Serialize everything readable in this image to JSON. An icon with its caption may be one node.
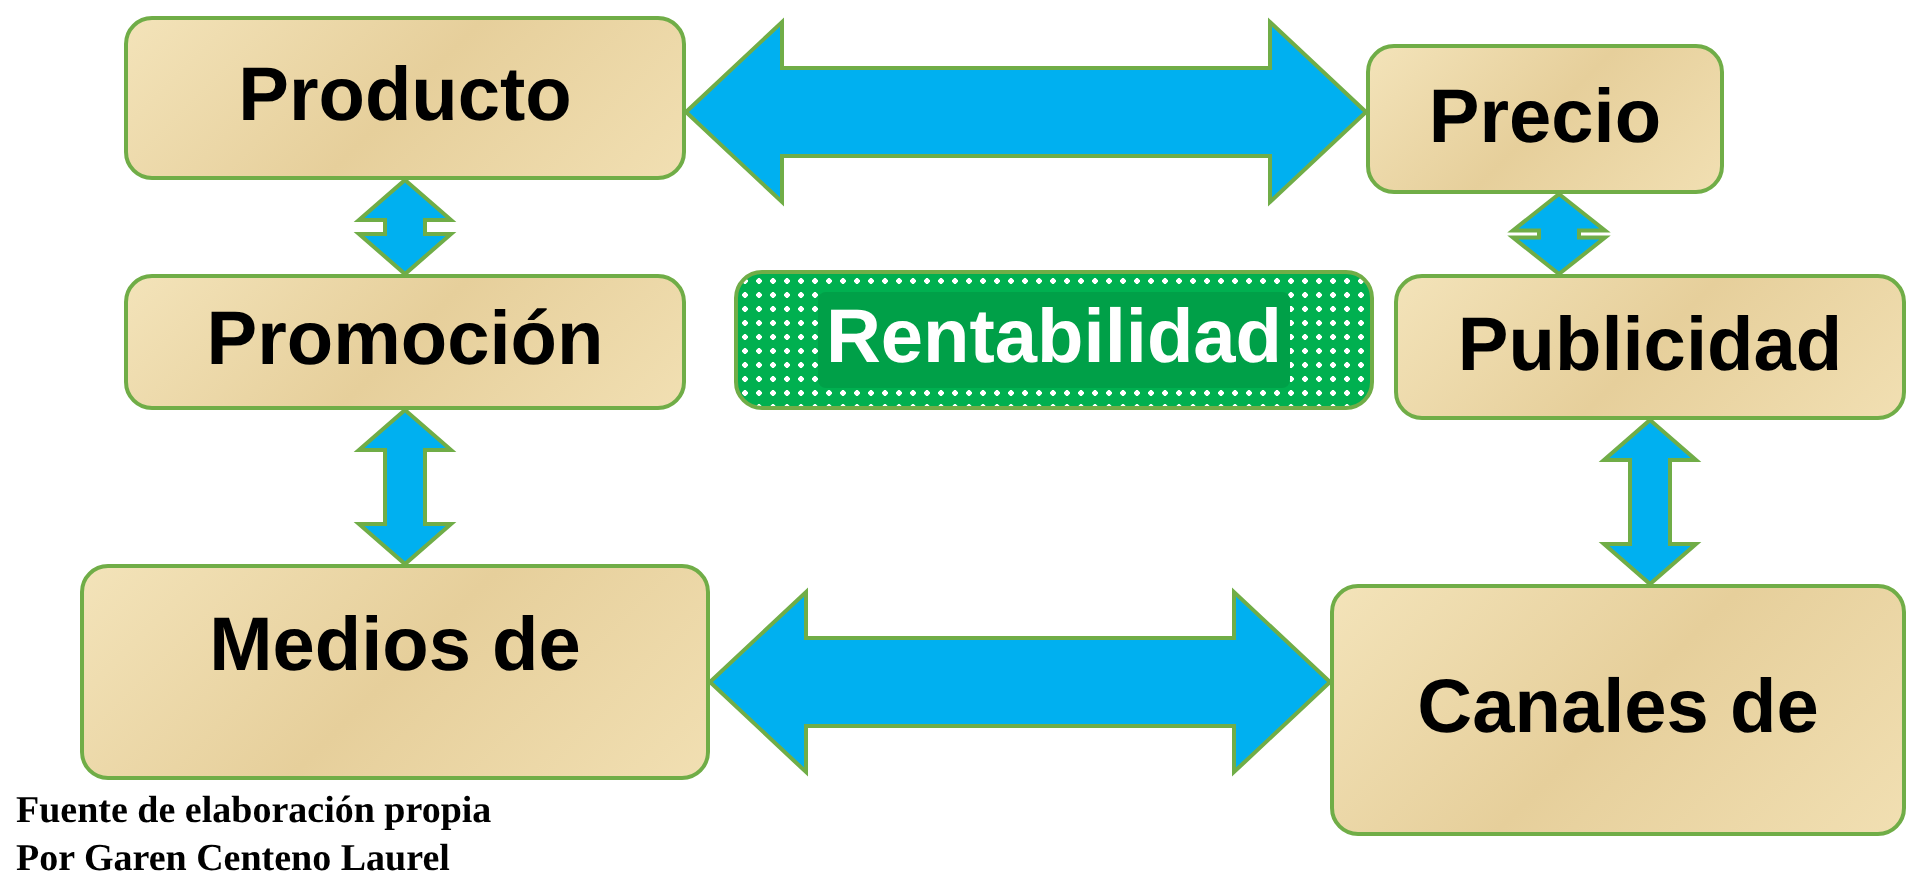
{
  "diagram": {
    "nodes": [
      {
        "text": [
          "Producto"
        ]
      },
      {
        "text": [
          "Promoción"
        ]
      },
      {
        "text": [
          "Medios de"
        ]
      },
      {
        "text": [
          "Rentabilidad"
        ]
      },
      {
        "text": [
          "Precio"
        ]
      },
      {
        "text": [
          "Publicidad"
        ]
      },
      {
        "text": [
          "Canales de"
        ]
      }
    ],
    "edges": [
      {
        "from": 0,
        "to": 4,
        "arrow": "both"
      },
      {
        "from": 0,
        "to": 1,
        "arrow": "both"
      },
      {
        "from": 1,
        "to": 2,
        "arrow": "both"
      },
      {
        "from": 4,
        "to": 5,
        "arrow": "both"
      },
      {
        "from": 5,
        "to": 6,
        "arrow": "both"
      },
      {
        "from": 2,
        "to": 6,
        "arrow": "both"
      }
    ],
    "labels": [
      "Fuente de elaboración propia",
      "Por Garen Centeno Laurel"
    ]
  }
}
